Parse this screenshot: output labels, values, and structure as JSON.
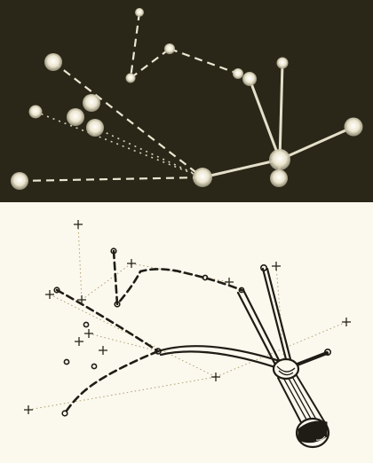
{
  "figure": {
    "top_panel": {
      "name": "star-point-display",
      "colors": {
        "background": "#2a2718",
        "star": "#f1ecd8",
        "dash_line": "#ebe6d1",
        "dot_line": "#d9d2bb",
        "solid_line": "#e4dfca"
      }
    },
    "bottom_panel": {
      "name": "line-drawing-sketch",
      "colors": {
        "background": "#fbf8ee",
        "ink": "#1f1c15",
        "dotted_line": "#b0a070",
        "cross": "#2b271d"
      },
      "marker_icon": "cross-marker"
    }
  }
}
